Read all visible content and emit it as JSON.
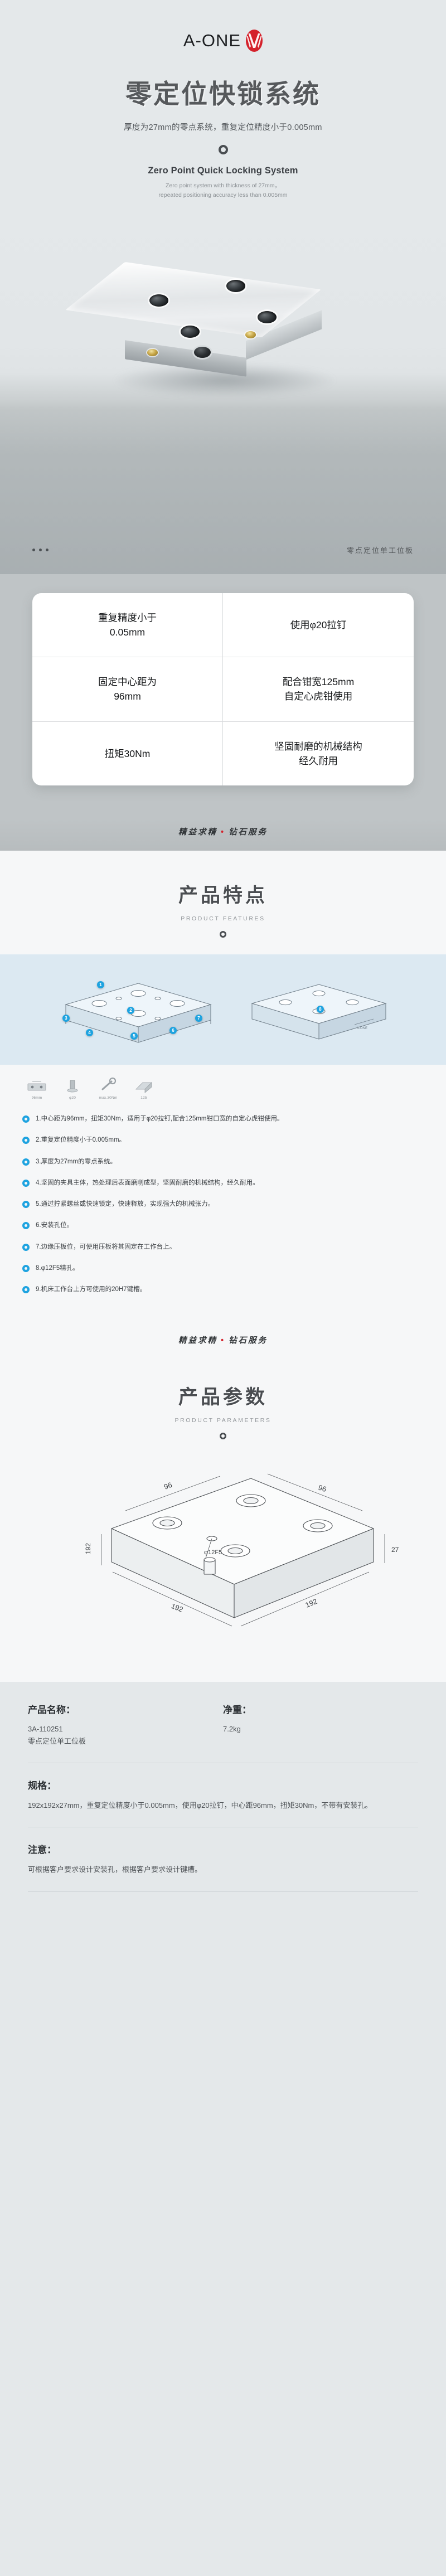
{
  "brand": {
    "name": "A-ONE",
    "logo_icon": "a-one-leaf-mark"
  },
  "hero": {
    "title": "零定位快锁系统",
    "subtitle": "厚度为27mm的零点系统，重复定位精度小于0.005mm",
    "en_title": "Zero Point Quick Locking System",
    "en_sub_line1": "Zero point system with thickness of 27mm，",
    "en_sub_line2": "repeated positioning accuracy less than 0.005mm",
    "divider_icon": "ring-divider-icon"
  },
  "product_photo": {
    "caption": "零点定位单工位板",
    "dots_icon": "three-dots-icon"
  },
  "spec_card": {
    "cells": [
      "重复精度小于\n0.05mm",
      "使用φ20拉钉",
      "固定中心距为\n96mm",
      "配合钳宽125mm\n自定心虎钳使用",
      "扭矩30Nm",
      "坚固耐磨的机械结构\n经久耐用"
    ]
  },
  "tagline": {
    "left": "精益求精",
    "sep": "•",
    "right": "钻石服务",
    "sep_color": "#d4212b"
  },
  "features_section": {
    "title": "产品特点",
    "subtitle": "PRODUCT FEATURES",
    "divider_icon": "ring-divider-icon",
    "diagram_bg": "#dce9f2",
    "pin_color": "#1ea3e0",
    "pins": [
      "1",
      "2",
      "3",
      "4",
      "5",
      "6",
      "7",
      "8"
    ],
    "icon_strip": [
      {
        "icon": "center-distance-icon",
        "caption": "96mm"
      },
      {
        "icon": "pull-stud-icon",
        "caption": "φ20"
      },
      {
        "icon": "torque-icon",
        "caption": "max.30Nm"
      },
      {
        "icon": "vise-width-icon",
        "caption": "125"
      }
    ],
    "bullet_icon": "blue-ring-bullet-icon",
    "items": [
      "1.中心距为96mm，扭矩30Nm，适用于φ20拉钉,配合125mm钳口宽的自定心虎钳使用。",
      "2.重复定位精度小于0.005mm。",
      "3.厚度为27mm的零点系统。",
      "4.坚固的夹具主体，热处理后表面磨削成型，坚固耐磨的机械结构，经久耐用。",
      "5.通过拧紧螺丝或快速锁定，快速释放，实现强大的机械张力。",
      "6.安装孔位。",
      "7.边缘压板位，可使用压板将其固定在工作台上。",
      "8.φ12F5精孔。",
      "9.机床工作台上方可使用的20H7键槽。"
    ]
  },
  "params_section": {
    "title": "产品参数",
    "subtitle": "PRODUCT PARAMETERS",
    "divider_icon": "ring-divider-icon",
    "blueprint_dims": {
      "top_width": "96",
      "top_right": "96",
      "hole_label": "φ12F5",
      "thickness": "27",
      "base_width_left": "192",
      "base_width_bottom": "192"
    }
  },
  "spec_table": {
    "name_label": "产品名称：",
    "name_value_line1": "3A-110251",
    "name_value_line2": "零点定位单工位板",
    "weight_label": "净重：",
    "weight_value": "7.2kg",
    "size_label": "规格：",
    "size_value": "192x192x27mm，重复定位精度小于0.005mm，使用φ20拉钉，中心距96mm，扭矩30Nm，不带有安装孔。",
    "notice_label": "注意：",
    "notice_value": "可根据客户要求设计安装孔，根据客户要求设计键槽。"
  }
}
